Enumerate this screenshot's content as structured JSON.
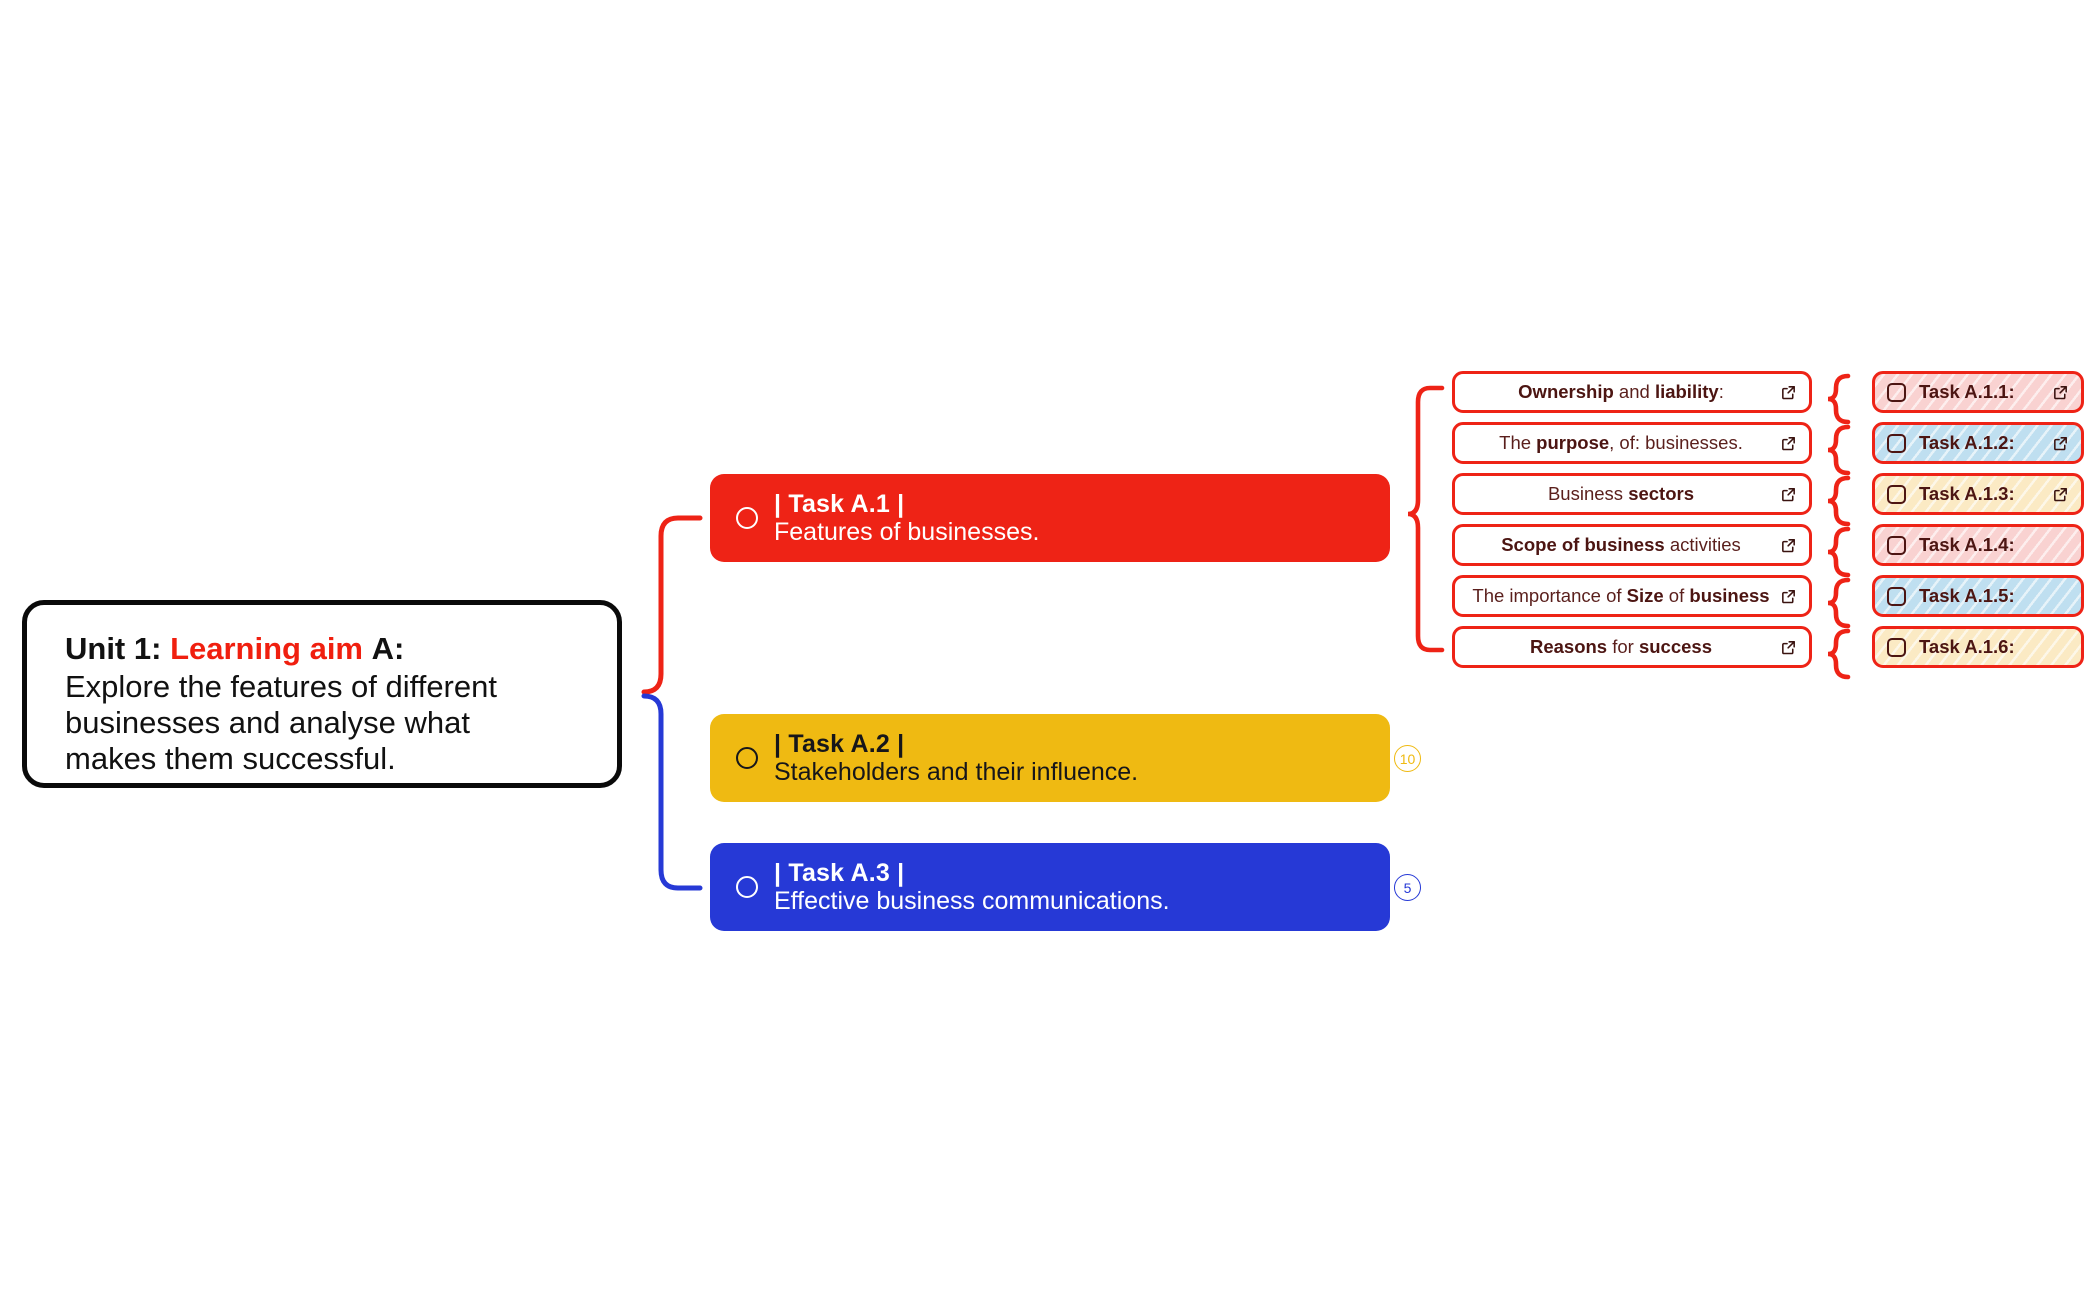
{
  "unit": {
    "line1_prefix": "Unit 1:",
    "line1_highlight": "Learning aim",
    "line1_suffix": "A:",
    "line2": "Explore the features of different",
    "line3": "businesses and analyse what",
    "line4": "makes them successful."
  },
  "tasks": [
    {
      "id": "task-a1",
      "title": "| Task A.1 |",
      "subtitle": "Features of businesses.",
      "color": "#ee2316",
      "badge": null
    },
    {
      "id": "task-a2",
      "title": "| Task A.2 |",
      "subtitle": "Stakeholders and their influence.",
      "color": "#efba12",
      "badge": "10"
    },
    {
      "id": "task-a3",
      "title": "| Task A.3 |",
      "subtitle": "Effective business communications.",
      "color": "#2639d6",
      "badge": "5"
    }
  ],
  "topics": [
    {
      "id": "topic-ownership",
      "text": "Ownership and liability:",
      "link_icon": "external-link-icon"
    },
    {
      "id": "topic-purpose",
      "text": "The purpose, of: businesses.",
      "link_icon": "external-link-icon"
    },
    {
      "id": "topic-sectors",
      "text": "Business sectors",
      "link_icon": "external-link-icon"
    },
    {
      "id": "topic-scope",
      "text": "Scope of business activities",
      "link_icon": "external-link-icon"
    },
    {
      "id": "topic-size",
      "text": "The importance of Size of business",
      "link_icon": "external-link-icon"
    },
    {
      "id": "topic-reasons",
      "text": "Reasons for success",
      "link_icon": "external-link-icon"
    }
  ],
  "subtasks": [
    {
      "id": "task-a111",
      "label": "Task A.1.1:",
      "fill": "#f9d2d1",
      "has_link": true
    },
    {
      "id": "task-a112",
      "label": "Task A.1.2:",
      "fill": "#bfdff0",
      "has_link": true
    },
    {
      "id": "task-a113",
      "label": "Task A.1.3:",
      "fill": "#fbeac4",
      "has_link": true
    },
    {
      "id": "task-a114",
      "label": "Task A.1.4:",
      "fill": "#f9d2d1",
      "has_link": false
    },
    {
      "id": "task-a115",
      "label": "Task A.1.5:",
      "fill": "#bfdff0",
      "has_link": false
    },
    {
      "id": "task-a116",
      "label": "Task A.1.6:",
      "fill": "#fbeac4",
      "has_link": false
    }
  ],
  "colors": {
    "red": "#ee2316",
    "yellow": "#efba12",
    "blue": "#2639d6",
    "text_dark": "#4c1512",
    "outline_black": "#0a0a0a"
  }
}
